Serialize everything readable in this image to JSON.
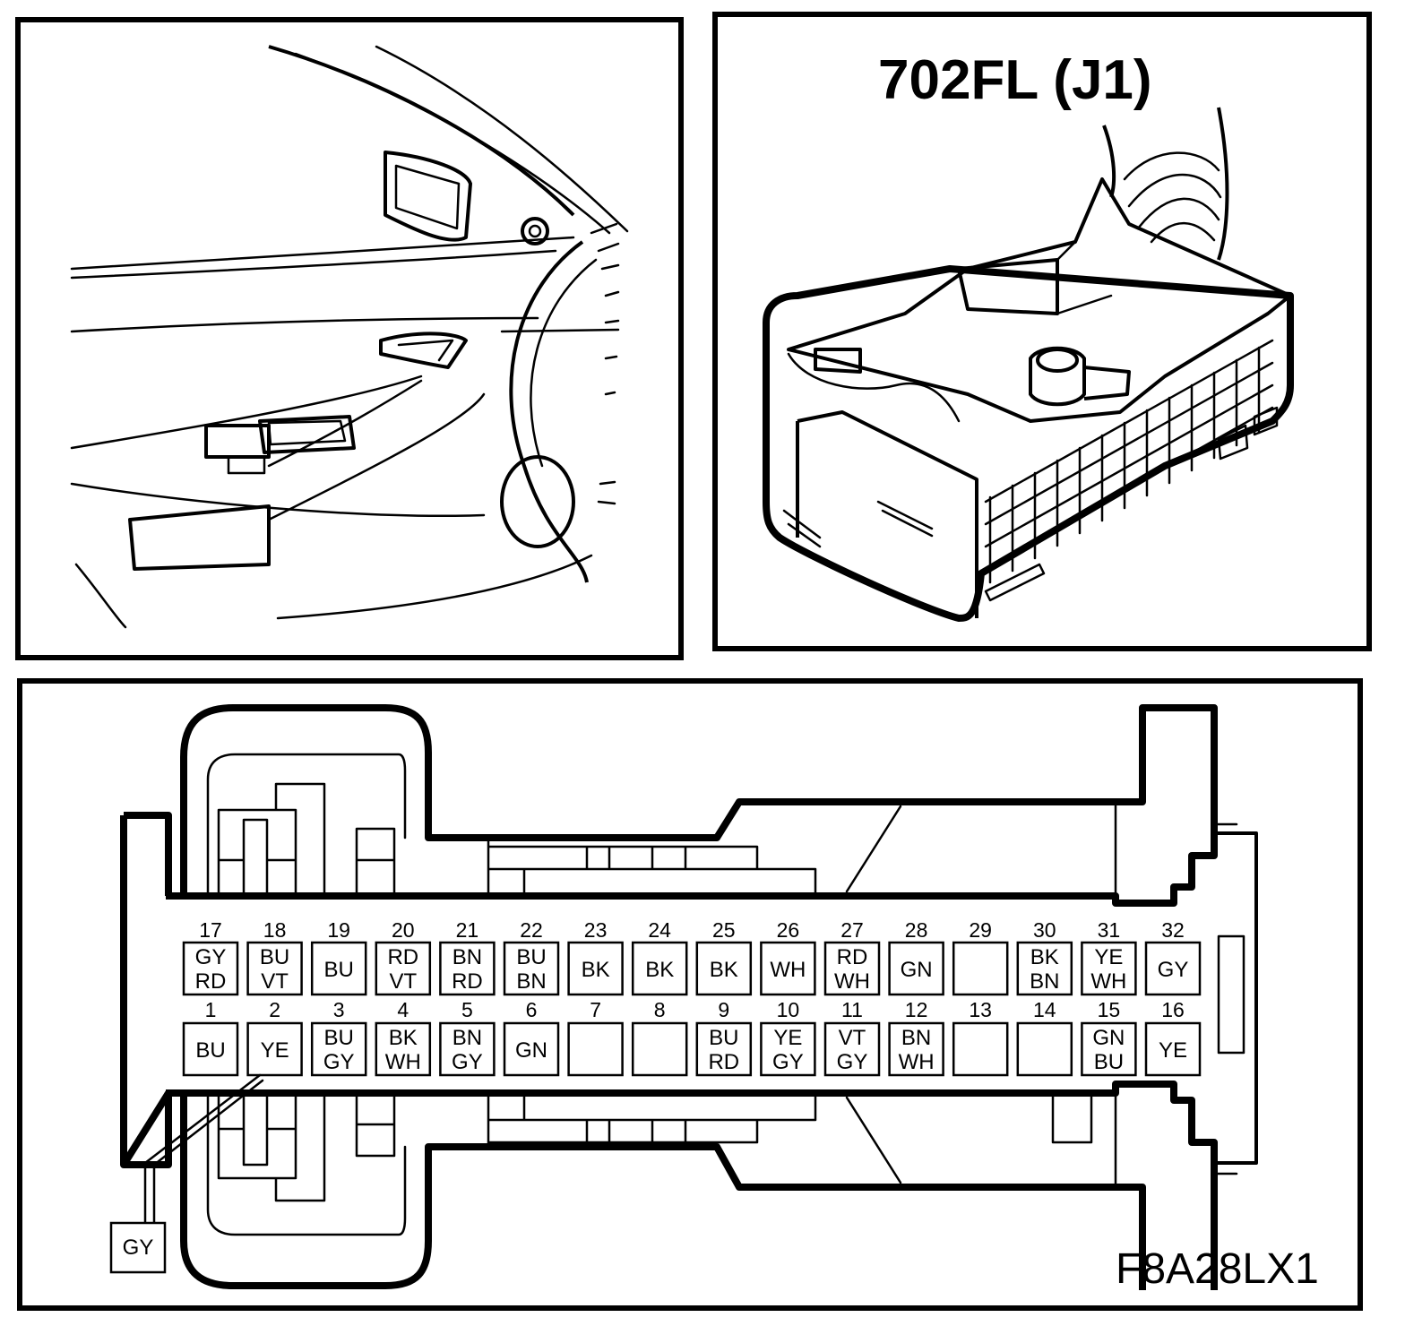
{
  "connector_title": "702FL (J1)",
  "figure_code": "F8A28LX1",
  "ground_wire_label": "GY",
  "pins_top": [
    {
      "num": "17",
      "colors": [
        "GY",
        "RD"
      ]
    },
    {
      "num": "18",
      "colors": [
        "BU",
        "VT"
      ]
    },
    {
      "num": "19",
      "colors": [
        "BU"
      ]
    },
    {
      "num": "20",
      "colors": [
        "RD",
        "VT"
      ]
    },
    {
      "num": "21",
      "colors": [
        "BN",
        "RD"
      ]
    },
    {
      "num": "22",
      "colors": [
        "BU",
        "BN"
      ]
    },
    {
      "num": "23",
      "colors": [
        "BK"
      ]
    },
    {
      "num": "24",
      "colors": [
        "BK"
      ]
    },
    {
      "num": "25",
      "colors": [
        "BK"
      ]
    },
    {
      "num": "26",
      "colors": [
        "WH"
      ]
    },
    {
      "num": "27",
      "colors": [
        "RD",
        "WH"
      ]
    },
    {
      "num": "28",
      "colors": [
        "GN"
      ]
    },
    {
      "num": "29",
      "colors": []
    },
    {
      "num": "30",
      "colors": [
        "BK",
        "BN"
      ]
    },
    {
      "num": "31",
      "colors": [
        "YE",
        "WH"
      ]
    },
    {
      "num": "32",
      "colors": [
        "GY"
      ]
    }
  ],
  "pins_bottom": [
    {
      "num": "1",
      "colors": [
        "BU"
      ]
    },
    {
      "num": "2",
      "colors": [
        "YE"
      ]
    },
    {
      "num": "3",
      "colors": [
        "BU",
        "GY"
      ]
    },
    {
      "num": "4",
      "colors": [
        "BK",
        "WH"
      ]
    },
    {
      "num": "5",
      "colors": [
        "BN",
        "GY"
      ]
    },
    {
      "num": "6",
      "colors": [
        "GN"
      ]
    },
    {
      "num": "7",
      "colors": []
    },
    {
      "num": "8",
      "colors": []
    },
    {
      "num": "9",
      "colors": [
        "BU",
        "RD"
      ]
    },
    {
      "num": "10",
      "colors": [
        "YE",
        "GY"
      ]
    },
    {
      "num": "11",
      "colors": [
        "VT",
        "GY"
      ]
    },
    {
      "num": "12",
      "colors": [
        "BN",
        "WH"
      ]
    },
    {
      "num": "13",
      "colors": []
    },
    {
      "num": "14",
      "colors": []
    },
    {
      "num": "15",
      "colors": [
        "GN",
        "BU"
      ]
    },
    {
      "num": "16",
      "colors": [
        "YE"
      ]
    }
  ]
}
